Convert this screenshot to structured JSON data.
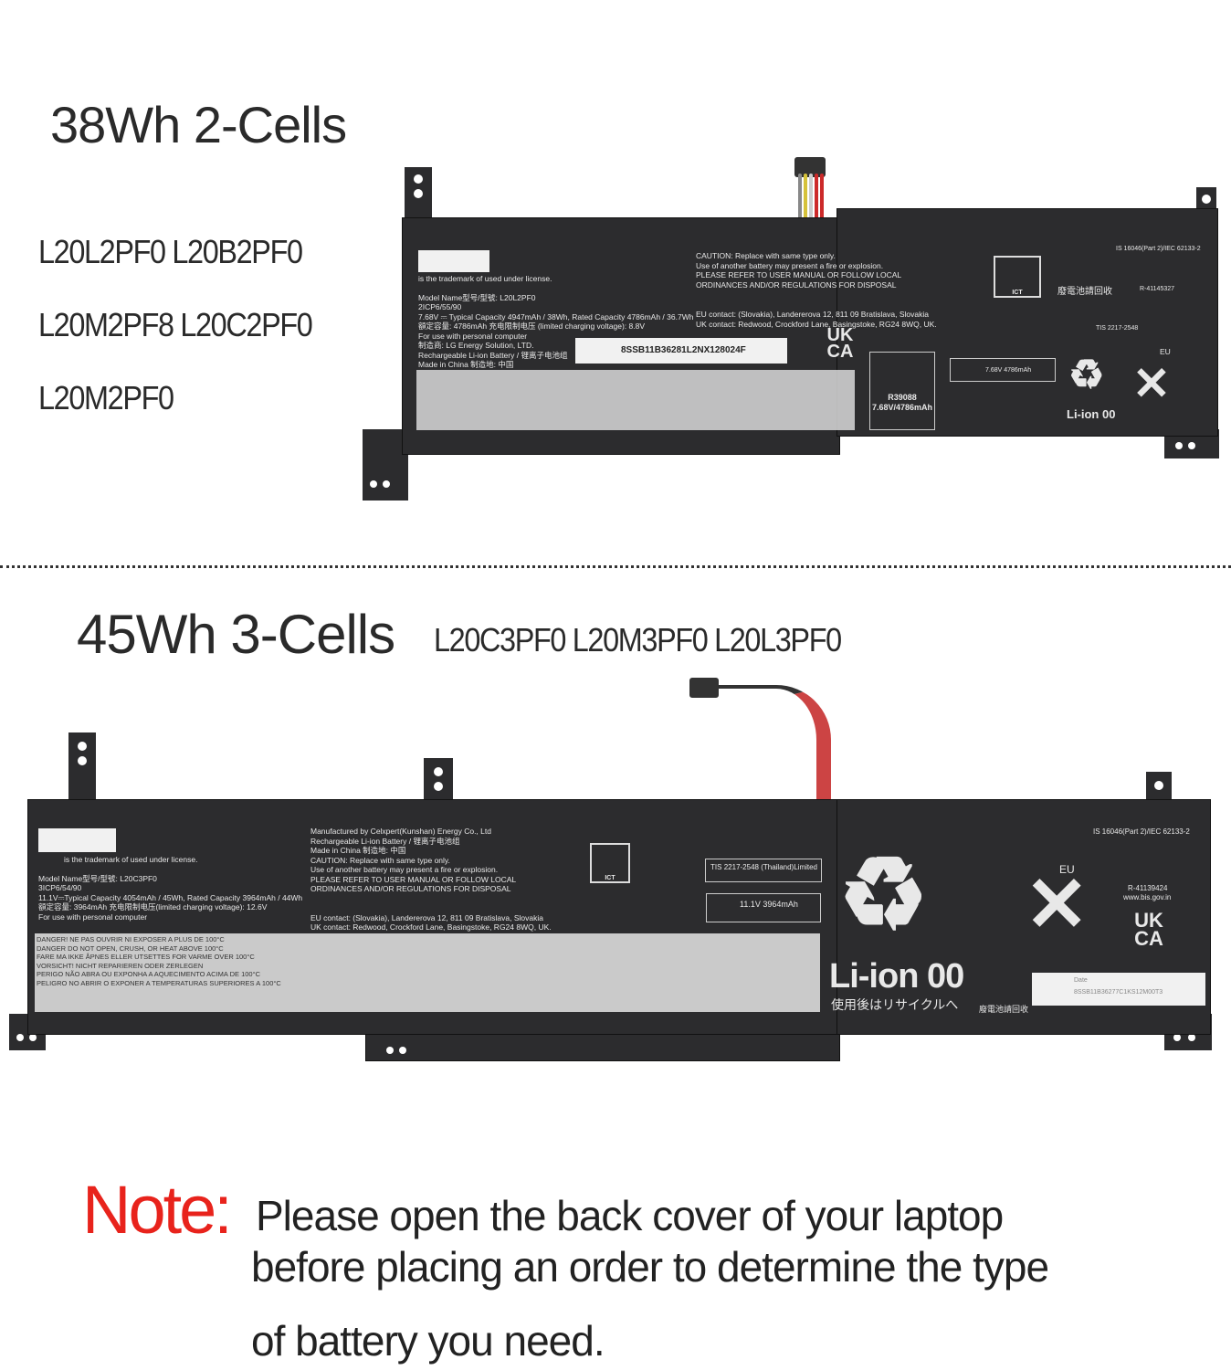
{
  "top": {
    "title": "38Wh 2-Cells",
    "models": [
      "L20L2PF0 L20B2PF0",
      "L20M2PF8 L20C2PF0",
      "L20M2PF0"
    ],
    "label": {
      "trademark": "is the trademark of            used under license.",
      "model_name": "Model Name型号/型號: L20L2PF0",
      "cells": "2ICP6/55/90",
      "capacity": "7.68V ⎓ Typical Capacity 4947mAh / 38Wh, Rated Capacity 4786mAh / 36.7Wh",
      "rated": "額定容量: 4786mAh  充电限制电压 (limited charging voltage): 8.8V",
      "for_use": "For use with            personal computer",
      "maker": "制造商: LG Energy Solution, LTD.",
      "battery_type": "Rechargeable Li-ion Battery / 锂离子电池组",
      "origin": "Made in China 制造地: 中国",
      "caution": [
        "CAUTION: Replace with same type only.",
        "Use of another battery may present a fire or explosion.",
        "PLEASE REFER TO USER MANUAL OR FOLLOW LOCAL",
        "ORDINANCES AND/OR REGULATIONS FOR DISPOSAL",
        "EU contact:        (Slovakia), Landererova 12, 811 09 Bratislava, Slovakia",
        "UK contact:        Redwood, Crockford Lane, Basingstoke, RG24 8WQ, UK."
      ],
      "serial": "8SSB11B36281L2NX128024F",
      "r_code": "R39088",
      "r_sub": "7.68V/4786mAh",
      "pse": "7.68V 4786mAh",
      "ukca": "UK CA",
      "bis": "IS 16046(Part 2)/IEC 62133-2",
      "bis_r": "R-41145327",
      "tis": "TIS 2217-2548",
      "liion": "Li-ion 00",
      "eu": "EU",
      "ict": "ICT",
      "recycle_cn": "廢電池請回收"
    }
  },
  "bottom": {
    "title": "45Wh 3-Cells",
    "models": "L20C3PF0 L20M3PF0 L20L3PF0",
    "label": {
      "trademark": "is the trademark of            used under license.",
      "model_name": "Model Name型号/型號: L20C3PF0",
      "cells": "3ICP6/54/90",
      "capacity": "11.1V⎓Typical Capacity 4054mAh / 45Wh, Rated Capacity 3964mAh / 44Wh",
      "rated": "額定容量: 3964mAh 充电限制电压(limited charging voltage): 12.6V",
      "for_use": "For use with            personal computer",
      "maker_block": [
        "Manufactured by Celxpert(Kunshan) Energy Co., Ltd",
        "Rechargeable Li-ion Battery / 锂离子电池组",
        "Made in China 制造地: 中国",
        "CAUTION: Replace with same type only.",
        "Use of another battery may present a fire or explosion.",
        "PLEASE REFER TO USER MANUAL OR FOLLOW LOCAL",
        "ORDINANCES AND/OR REGULATIONS FOR DISPOSAL",
        "EU contact:        (Slovakia), Landererova 12, 811 09 Bratislava, Slovakia",
        "UK contact:        Redwood, Crockford Lane, Basingstoke, RG24 8WQ, UK."
      ],
      "warnings": [
        "DANGER! NE PAS OUVRIR NI EXPOSER A PLUS DE 100°C",
        "DANGER  DO NOT OPEN, CRUSH, OR HEAT ABOVE 100°C",
        "FARE  MA IKKE ÅPNES ELLER UTSETTES FOR VARME OVER 100°C",
        "VORSICHT! NICHT REPARIEREN ODER ZERLEGEN",
        "PERIGO  NÃO ABRA OU EXPONHA A AQUECIMENTO ACIMA DE 100°C",
        "PELIGRO  NO ABRIR O EXPONER A TEMPERATURAS SUPERIORES A 100°C"
      ],
      "pse": "11.1V 3964mAh",
      "tis": "TIS 2217-2548 (Thailand)Limited",
      "liion": "Li-ion 00",
      "liion_sub": "使用後はリサイクルへ",
      "recycle_cn": "廢電池請回收",
      "bis": "IS 16046(Part 2)/IEC 62133-2",
      "bis_r": "R-41139424",
      "bis_url": "www.bis.gov.in",
      "eu": "EU",
      "ukca": "UK CA",
      "date": "Date",
      "serial": "8SSB11B36277C1KS12M00T3",
      "ict": "ICT"
    }
  },
  "note": {
    "label": "Note:",
    "lines": [
      "Please open the back cover of your laptop",
      "before placing an order to determine the type",
      "of battery you need."
    ]
  },
  "colors": {
    "note": "#e8231c",
    "battery": "#2c2c2e"
  }
}
